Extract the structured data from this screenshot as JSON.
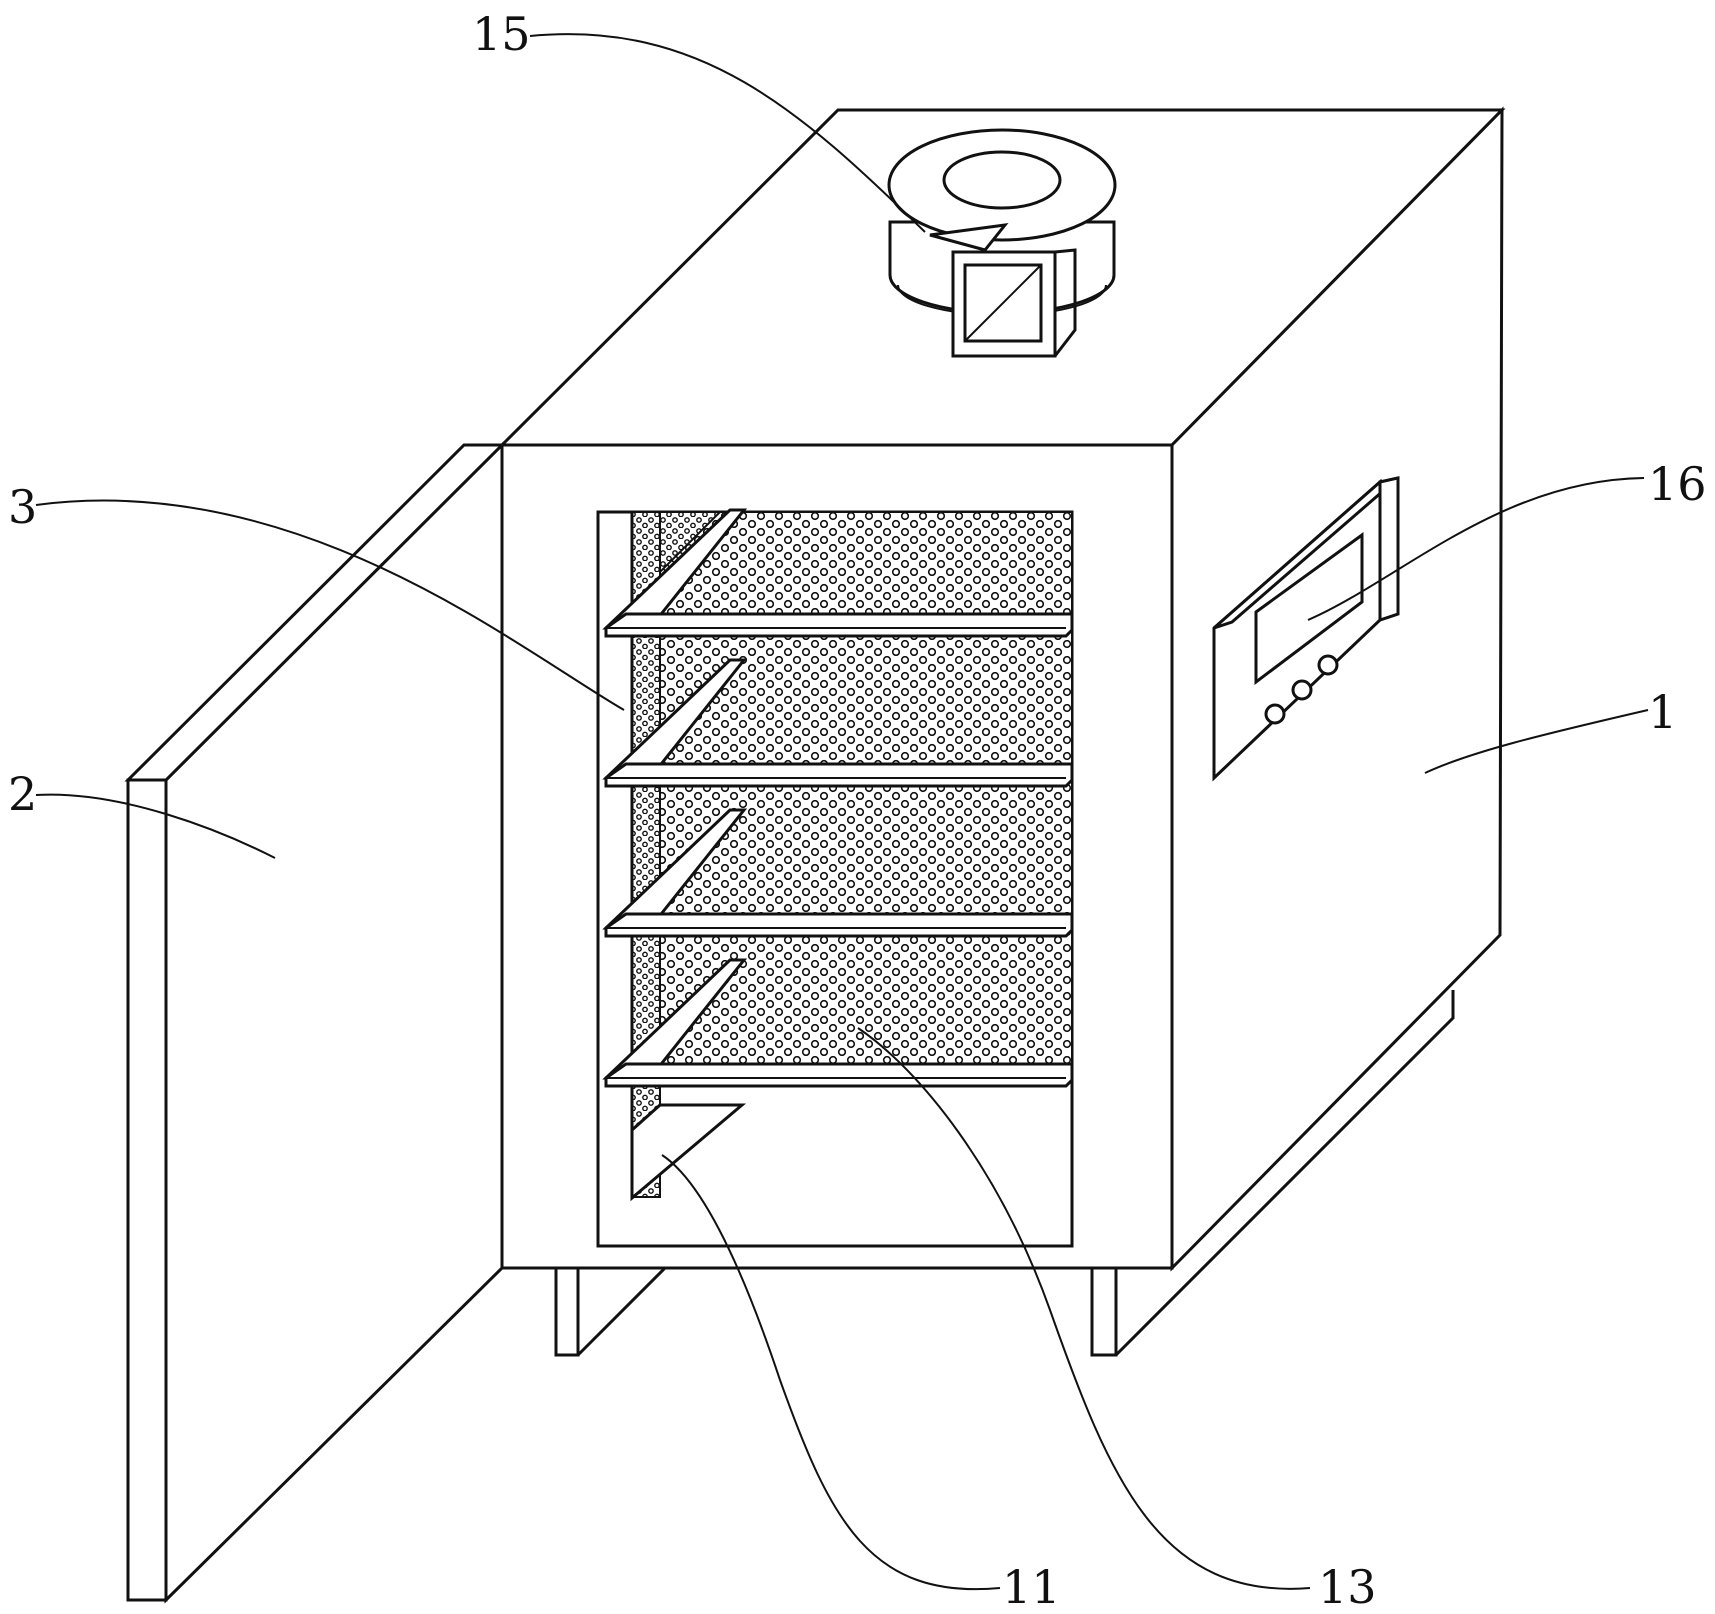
{
  "figure": {
    "callouts": [
      {
        "id": "15",
        "label": "15"
      },
      {
        "id": "16",
        "label": "16"
      },
      {
        "id": "3",
        "label": "3"
      },
      {
        "id": "1",
        "label": "1"
      },
      {
        "id": "2",
        "label": "2"
      },
      {
        "id": "11",
        "label": "11"
      },
      {
        "id": "13",
        "label": "13"
      }
    ],
    "shelf_count": 4,
    "control_knobs": 3
  }
}
